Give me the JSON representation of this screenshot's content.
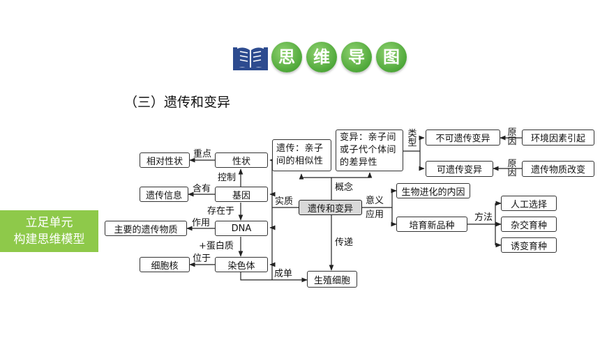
{
  "header": {
    "title_chars": [
      "思",
      "维",
      "导",
      "图"
    ],
    "subtitle": "（三）遗传和变异"
  },
  "banner": {
    "line1": "立足单元",
    "line2": "构建思维模型"
  },
  "nodes": {
    "center": "遗传和变异",
    "heredity": "遗传：亲子间的相似性",
    "variation": "变异：亲子间或子代个体间的差异性",
    "non_heritable": "不可遗传变异",
    "heritable": "可遗传变异",
    "env_factor": "环境因素引起",
    "material_change": "遗传物质改变",
    "trait": "性状",
    "relative_trait": "相对性状",
    "gene": "基因",
    "genetic_info": "遗传信息",
    "dna": "DNA",
    "main_material": "主要的遗传物质",
    "chromosome": "染色体",
    "nucleus": "细胞核",
    "germ_cell": "生殖细胞",
    "evolution": "生物进化的内因",
    "breeding": "培育新品种",
    "artificial_selection": "人工选择",
    "hybrid_breeding": "杂交育种",
    "mutation_breeding": "诱变育种"
  },
  "labels": {
    "key_point": "重点",
    "control": "控制",
    "contain": "含有",
    "exist_in": "存在于",
    "function": "作用",
    "plus_protein": "+蛋白质",
    "located_in": "位于",
    "essence": "实质",
    "concept": "概念",
    "significance": "意义",
    "application": "应用",
    "transmit": "传递",
    "pair": "成单",
    "type": "类型",
    "cause_1": "原因",
    "cause_2": "原因",
    "method": "方法"
  }
}
